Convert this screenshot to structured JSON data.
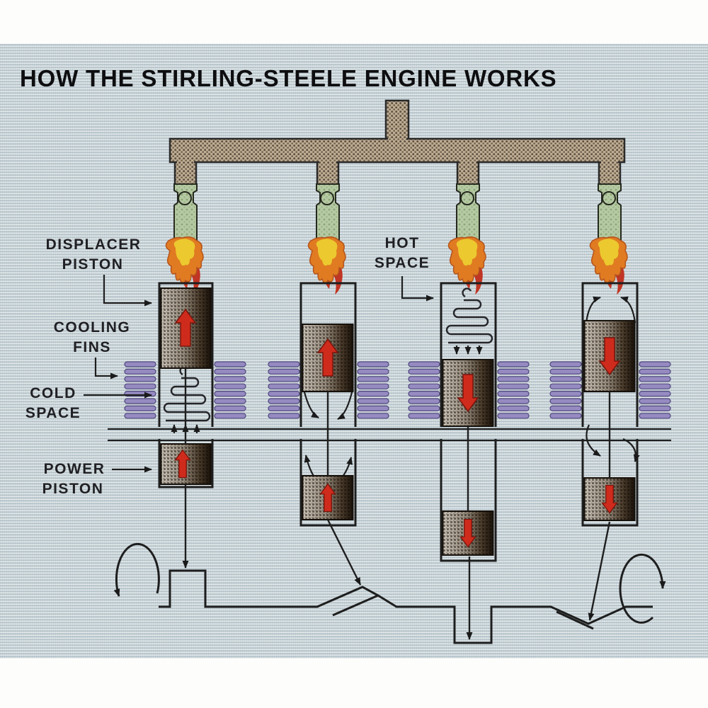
{
  "title": "HOW THE STIRLING-STEELE ENGINE WORKS",
  "labels": {
    "displacer_piston": {
      "line1": "DISPLACER",
      "line2": "PISTON"
    },
    "cooling_fins": {
      "line1": "COOLING",
      "line2": "FINS"
    },
    "cold_space": {
      "line1": "COLD",
      "line2": "SPACE"
    },
    "power_piston": {
      "line1": "POWER",
      "line2": "PISTON"
    },
    "hot_space": {
      "line1": "HOT",
      "line2": "SPACE"
    }
  },
  "colors": {
    "page": "#ffffff",
    "background_fabric": "#cdd7da",
    "outline": "#1e1e1e",
    "flame_yellow": "#ecc92f",
    "flame_orange": "#e07b22",
    "flame_red": "#c03524",
    "burner_green": "#b5c9a2",
    "manifold_tan": "#bfae94",
    "cooling_fin_purple": "#958bc1",
    "piston_arrow_red": "#cf2b1c"
  }
}
